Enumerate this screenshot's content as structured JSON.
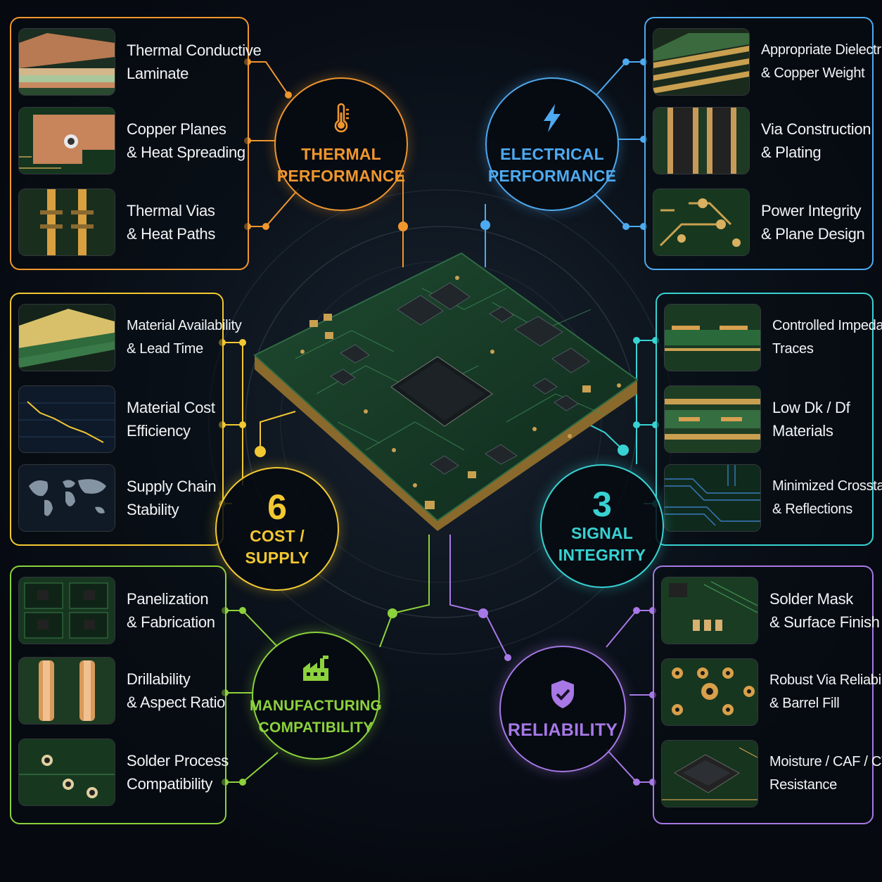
{
  "colors": {
    "thermal": "#f0962e",
    "electrical": "#4eaaf0",
    "signal": "#38d2d2",
    "cost": "#f2c832",
    "manufacturing": "#8cd23c",
    "reliability": "#a778e6"
  },
  "hubs": {
    "thermal": {
      "line1": "THERMAL",
      "line2": "PERFORMANCE",
      "icon": "thermometer-icon"
    },
    "electrical": {
      "line1": "ELECTRICAL",
      "line2": "PERFORMANCE",
      "icon": "lightning-icon"
    },
    "signal": {
      "number": "3",
      "line1": "SIGNAL",
      "line2": "INTEGRITY"
    },
    "cost": {
      "number": "6",
      "line1": "COST /",
      "line2": "SUPPLY"
    },
    "manufacturing": {
      "line1": "MANUFACTURING",
      "line2": "COMPATIBILITY",
      "icon": "factory-icon"
    },
    "reliability": {
      "line1": "RELIABILITY",
      "icon": "shield-check-icon"
    }
  },
  "panels": {
    "thermal": [
      {
        "line1": "Thermal Conductive",
        "line2": "Laminate"
      },
      {
        "line1": "Copper Planes",
        "line2": "& Heat Spreading"
      },
      {
        "line1": "Thermal Vias",
        "line2": "& Heat Paths"
      }
    ],
    "electrical": [
      {
        "line1": "Appropriate Dielectric",
        "line2": "& Copper Weight"
      },
      {
        "line1": "Via Construction",
        "line2": "& Plating"
      },
      {
        "line1": "Power Integrity",
        "line2": "& Plane Design"
      }
    ],
    "cost": [
      {
        "line1": "Material Availability",
        "line2": "& Lead Time"
      },
      {
        "line1": "Material Cost",
        "line2": "Efficiency"
      },
      {
        "line1": "Supply Chain",
        "line2": "Stability"
      }
    ],
    "signal": [
      {
        "line1": "Controlled Impedance",
        "line2": "Traces"
      },
      {
        "line1": "Low Dk / Df",
        "line2": "Materials"
      },
      {
        "line1": "Minimized Crosstalk",
        "line2": "& Reflections"
      }
    ],
    "manufacturing": [
      {
        "line1": "Panelization",
        "line2": "& Fabrication"
      },
      {
        "line1": "Drillability",
        "line2": "& Aspect Ratio"
      },
      {
        "line1": "Solder Process",
        "line2": "Compatibility"
      }
    ],
    "reliability": [
      {
        "line1": "Solder Mask",
        "line2": "& Surface Finish"
      },
      {
        "line1": "Robust Via Reliability",
        "line2": "& Barrel Fill"
      },
      {
        "line1": "Moisture / CAF / CTI",
        "line2": "Resistance"
      }
    ]
  }
}
